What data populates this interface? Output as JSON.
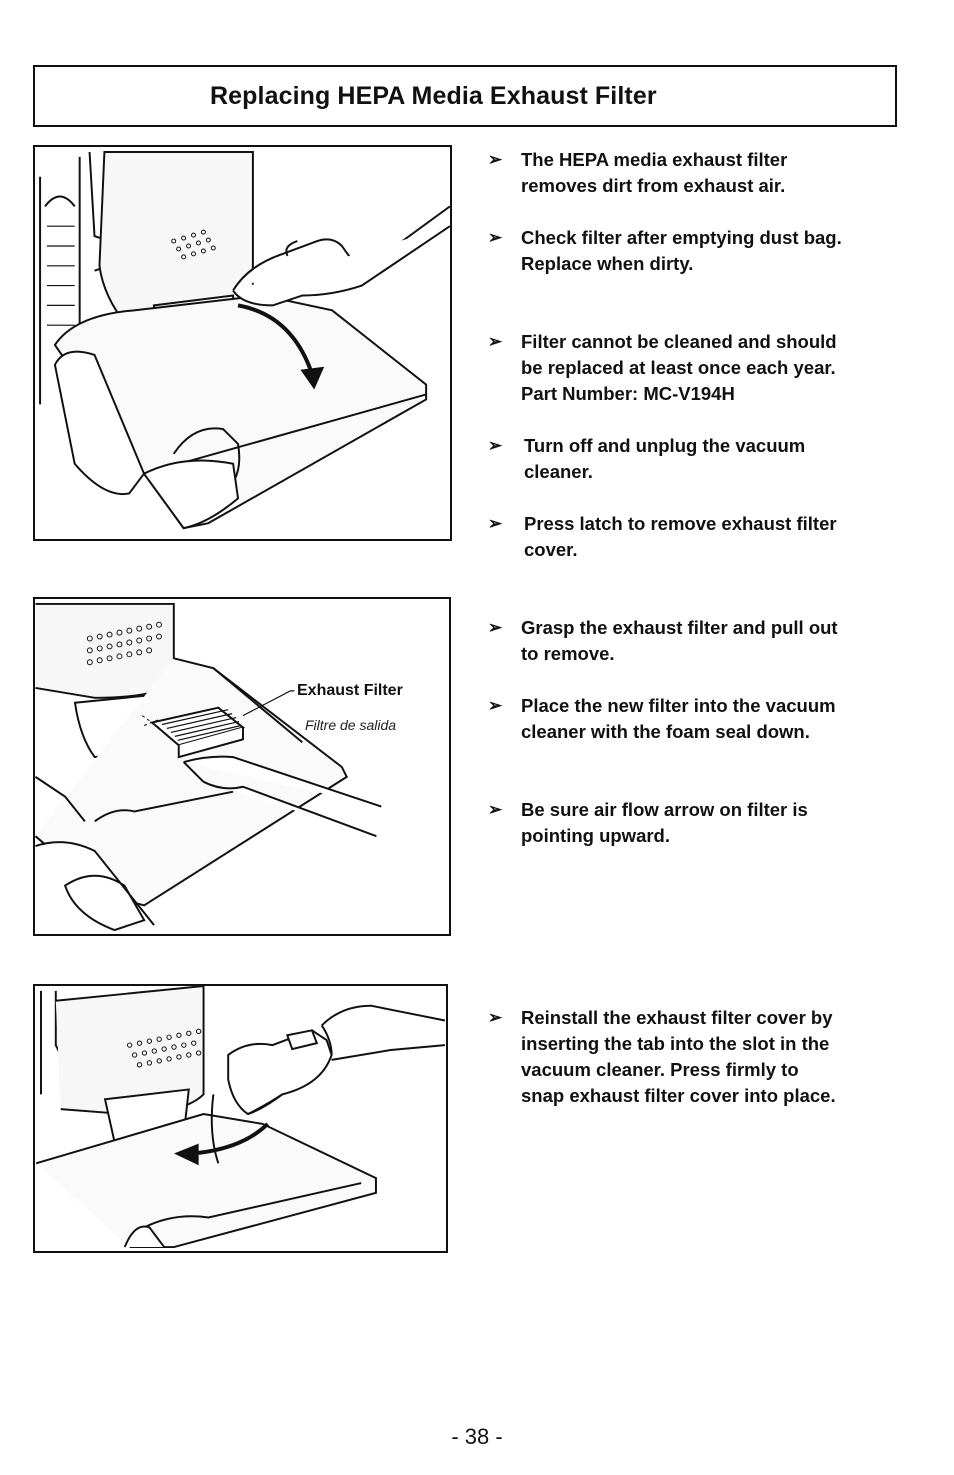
{
  "title": "Replacing HEPA Media Exhaust Filter",
  "arrow_glyph": "➢",
  "section1": {
    "bullets": [
      "The HEPA media exhaust filter\nremoves dirt from exhaust air.",
      "Check filter after emptying dust bag.\nReplace when dirty.",
      "Filter cannot be cleaned and should\nbe replaced at least once each year.\nPart Number:  MC-V194H",
      "Turn off and unplug the vacuum\ncleaner.",
      "Press latch to remove exhaust filter\ncover."
    ]
  },
  "section2": {
    "label_en": "Exhaust Filter",
    "label_fr": "Filtre de salida",
    "bullets": [
      "Grasp the exhaust filter and pull out\nto remove.",
      "Place the new filter into the vacuum\ncleaner with the foam seal down.",
      "Be sure air flow arrow on filter is\npointing upward."
    ]
  },
  "section3": {
    "bullets": [
      "Reinstall the exhaust filter cover by\ninserting the tab into the slot in the\nvacuum cleaner. Press firmly to\nsnap exhaust filter cover into place."
    ]
  },
  "page_number": "- 38 -"
}
